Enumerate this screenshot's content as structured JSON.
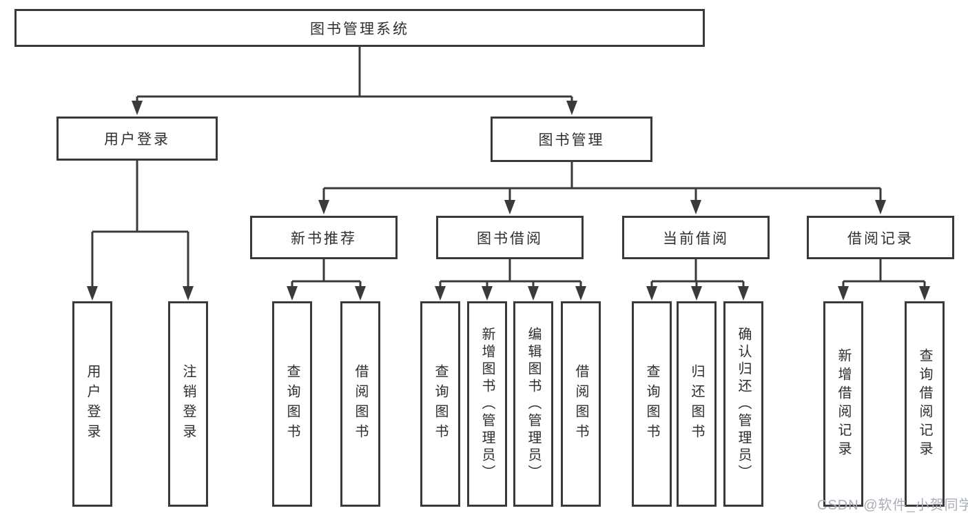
{
  "diagram": {
    "title_node": {
      "label": "图书管理系统"
    },
    "level2": [
      {
        "id": "user-login",
        "label": "用户登录",
        "parent": "图书管理系统"
      },
      {
        "id": "book-management",
        "label": "图书管理",
        "parent": "图书管理系统"
      }
    ],
    "level3": [
      {
        "id": "new-book-recommend",
        "label": "新书推荐",
        "parent": "图书管理"
      },
      {
        "id": "book-borrow",
        "label": "图书借阅",
        "parent": "图书管理"
      },
      {
        "id": "current-borrow",
        "label": "当前借阅",
        "parent": "图书管理"
      },
      {
        "id": "borrow-records",
        "label": "借阅记录",
        "parent": "图书管理"
      }
    ],
    "level4": [
      {
        "id": "leaf-user-login",
        "label": "用户登录",
        "parent": "用户登录"
      },
      {
        "id": "leaf-logout",
        "label": "注销登录",
        "parent": "用户登录"
      },
      {
        "id": "leaf-query-books-rec",
        "label": "查询图书",
        "parent": "新书推荐"
      },
      {
        "id": "leaf-borrow-books-rec",
        "label": "借阅图书",
        "parent": "新书推荐"
      },
      {
        "id": "leaf-query-books-borrow",
        "label": "查询图书",
        "parent": "图书借阅"
      },
      {
        "id": "leaf-add-book-admin",
        "label": "新增图书（管理员）",
        "parent": "图书借阅"
      },
      {
        "id": "leaf-edit-book-admin",
        "label": "编辑图书（管理员）",
        "parent": "图书借阅"
      },
      {
        "id": "leaf-borrow-book",
        "label": "借阅图书",
        "parent": "图书借阅"
      },
      {
        "id": "leaf-query-books-current",
        "label": "查询图书",
        "parent": "当前借阅"
      },
      {
        "id": "leaf-return-book",
        "label": "归还图书",
        "parent": "当前借阅"
      },
      {
        "id": "leaf-confirm-return",
        "label": "确认归还（管理员）",
        "parent": "当前借阅"
      },
      {
        "id": "leaf-add-borrow-record",
        "label": "新增借阅记录",
        "parent": "借阅记录"
      },
      {
        "id": "leaf-query-borrow-record",
        "label": "查询借阅记录",
        "parent": "借阅记录"
      }
    ],
    "colors": {
      "line": "#3a3a3c",
      "text": "#2e2e30",
      "background": "#ffffff"
    }
  },
  "watermark": {
    "text": "CSDN @软件_小贺同学",
    "color": "#a9aeb8"
  }
}
